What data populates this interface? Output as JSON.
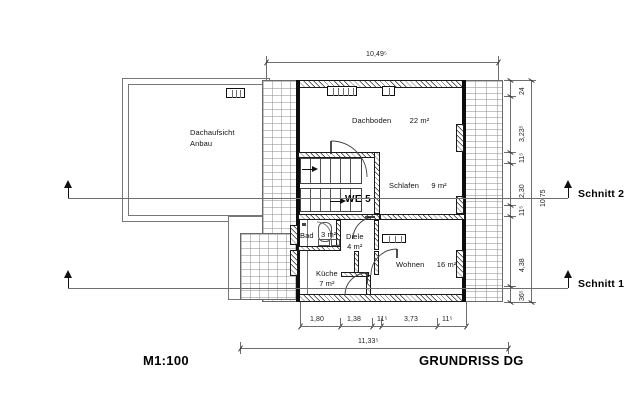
{
  "drawing": {
    "title": "GRUNDRISS DG",
    "scale": "M1:100",
    "unit_label": "m²"
  },
  "unit_marker": {
    "label": "WE 5"
  },
  "annex": {
    "label_line1": "Dachaufsicht",
    "label_line2": "Anbau",
    "skylight_icon": "roof-window-icon"
  },
  "rooms": [
    {
      "id": "dachboden",
      "name": "Dachboden",
      "area": "22 m²"
    },
    {
      "id": "schlafen",
      "name": "Schlafen",
      "area": "9 m²"
    },
    {
      "id": "wohnen",
      "name": "Wohnen",
      "area": "16 m²"
    },
    {
      "id": "kueche",
      "name": "Küche",
      "area": "7 m²"
    },
    {
      "id": "diele",
      "name": "Diele",
      "area": "4 m²"
    },
    {
      "id": "bad",
      "name": "Bad",
      "area": "3 m²"
    }
  ],
  "sections": [
    {
      "id": "schnitt-2",
      "label": "Schnitt 2"
    },
    {
      "id": "schnitt-1",
      "label": "Schnitt 1"
    }
  ],
  "dimensions": {
    "top_overall": "10,49⁵",
    "bottom_overall": "11,33⁵",
    "bottom_chain": [
      "1,80",
      "1,38",
      "11⁵",
      "3,73",
      "11⁵"
    ],
    "right_overall": "10,75",
    "right_chain": [
      "24",
      "3,23⁵",
      "11⁵",
      "2,30",
      "11⁵",
      "4,38",
      "36⁵"
    ]
  },
  "colors": {
    "line": "#3a3a3a",
    "wall": "#111111",
    "roof_grid": "#8a8a8a",
    "text": "#111111",
    "background": "#ffffff"
  }
}
